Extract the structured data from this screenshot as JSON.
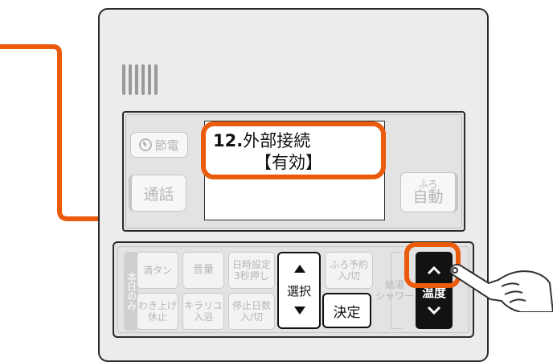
{
  "colors": {
    "accent": "#ea5b0c",
    "panel": "#e3e3e3",
    "body": "#ececec",
    "ink": "#111111"
  },
  "display": {
    "line1_number": "12.",
    "line1_text": "外部接続",
    "line2_text": "【有効】"
  },
  "upper_buttons": {
    "energy_saving_icon": "leaf-icon",
    "energy_saving_label": "節電",
    "call_label": "通話",
    "auto_small": "ふろ",
    "auto_large": "自動"
  },
  "lower": {
    "today_only_label": "本日のみ",
    "fill_tank_label": "満タン",
    "reheat_pause_label": "わき上げ\n休止",
    "volume_label": "音量",
    "kirari_bath_label": "キラリユ\n入浴",
    "datetime_set_label": "日時設定\n3秒押し",
    "stop_date_label": "停止日数\n入/切",
    "select_label": "選択",
    "select_up_icon": "triangle-up-icon",
    "select_down_icon": "triangle-down-icon",
    "confirm_label": "決定",
    "bath_timer_label": "ふろ予約\n入/切",
    "supply_shower_label": "給湯\nシャワー",
    "temperature_label": "温度",
    "temp_up_icon": "chevron-up-icon",
    "temp_down_icon": "chevron-down-icon"
  },
  "pointer_icon": "pointing-hand-icon"
}
